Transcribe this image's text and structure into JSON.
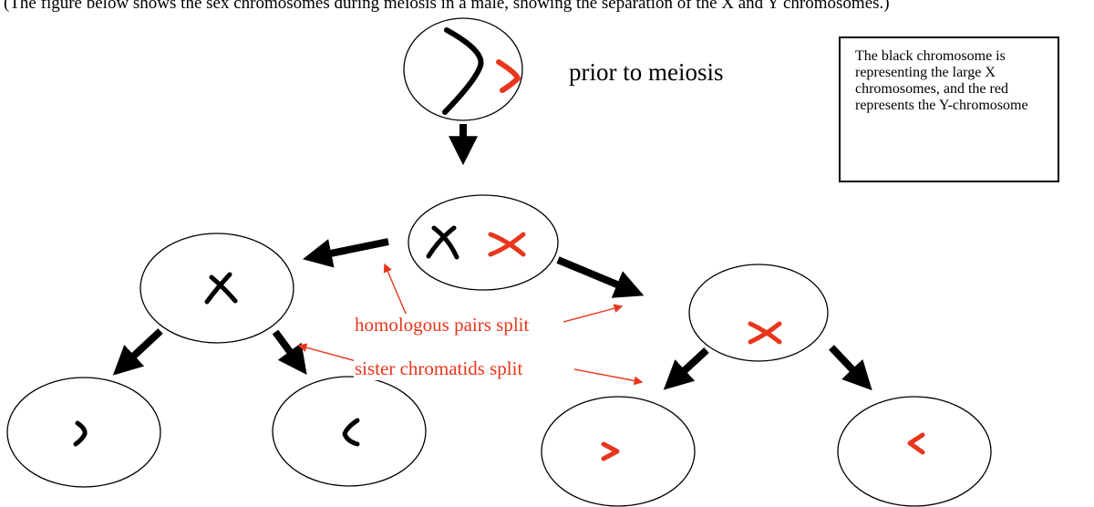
{
  "header_fragment": "(The figure below shows the sex chromosomes during meiosis in a male, showing the separation of the X and Y chromosomes.)",
  "stage_label": "prior to meiosis",
  "legend_note": "The black chromosome is representing the large X chromosomes, and the red represents the Y-chromosome",
  "annotations": {
    "homologous": "homologous pairs split",
    "sister": "sister chromatids split"
  },
  "colors": {
    "x_chromosome": "#000000",
    "y_chromosome": "#e8361c",
    "annotation": "#e8361c",
    "arrow": "#000000"
  }
}
